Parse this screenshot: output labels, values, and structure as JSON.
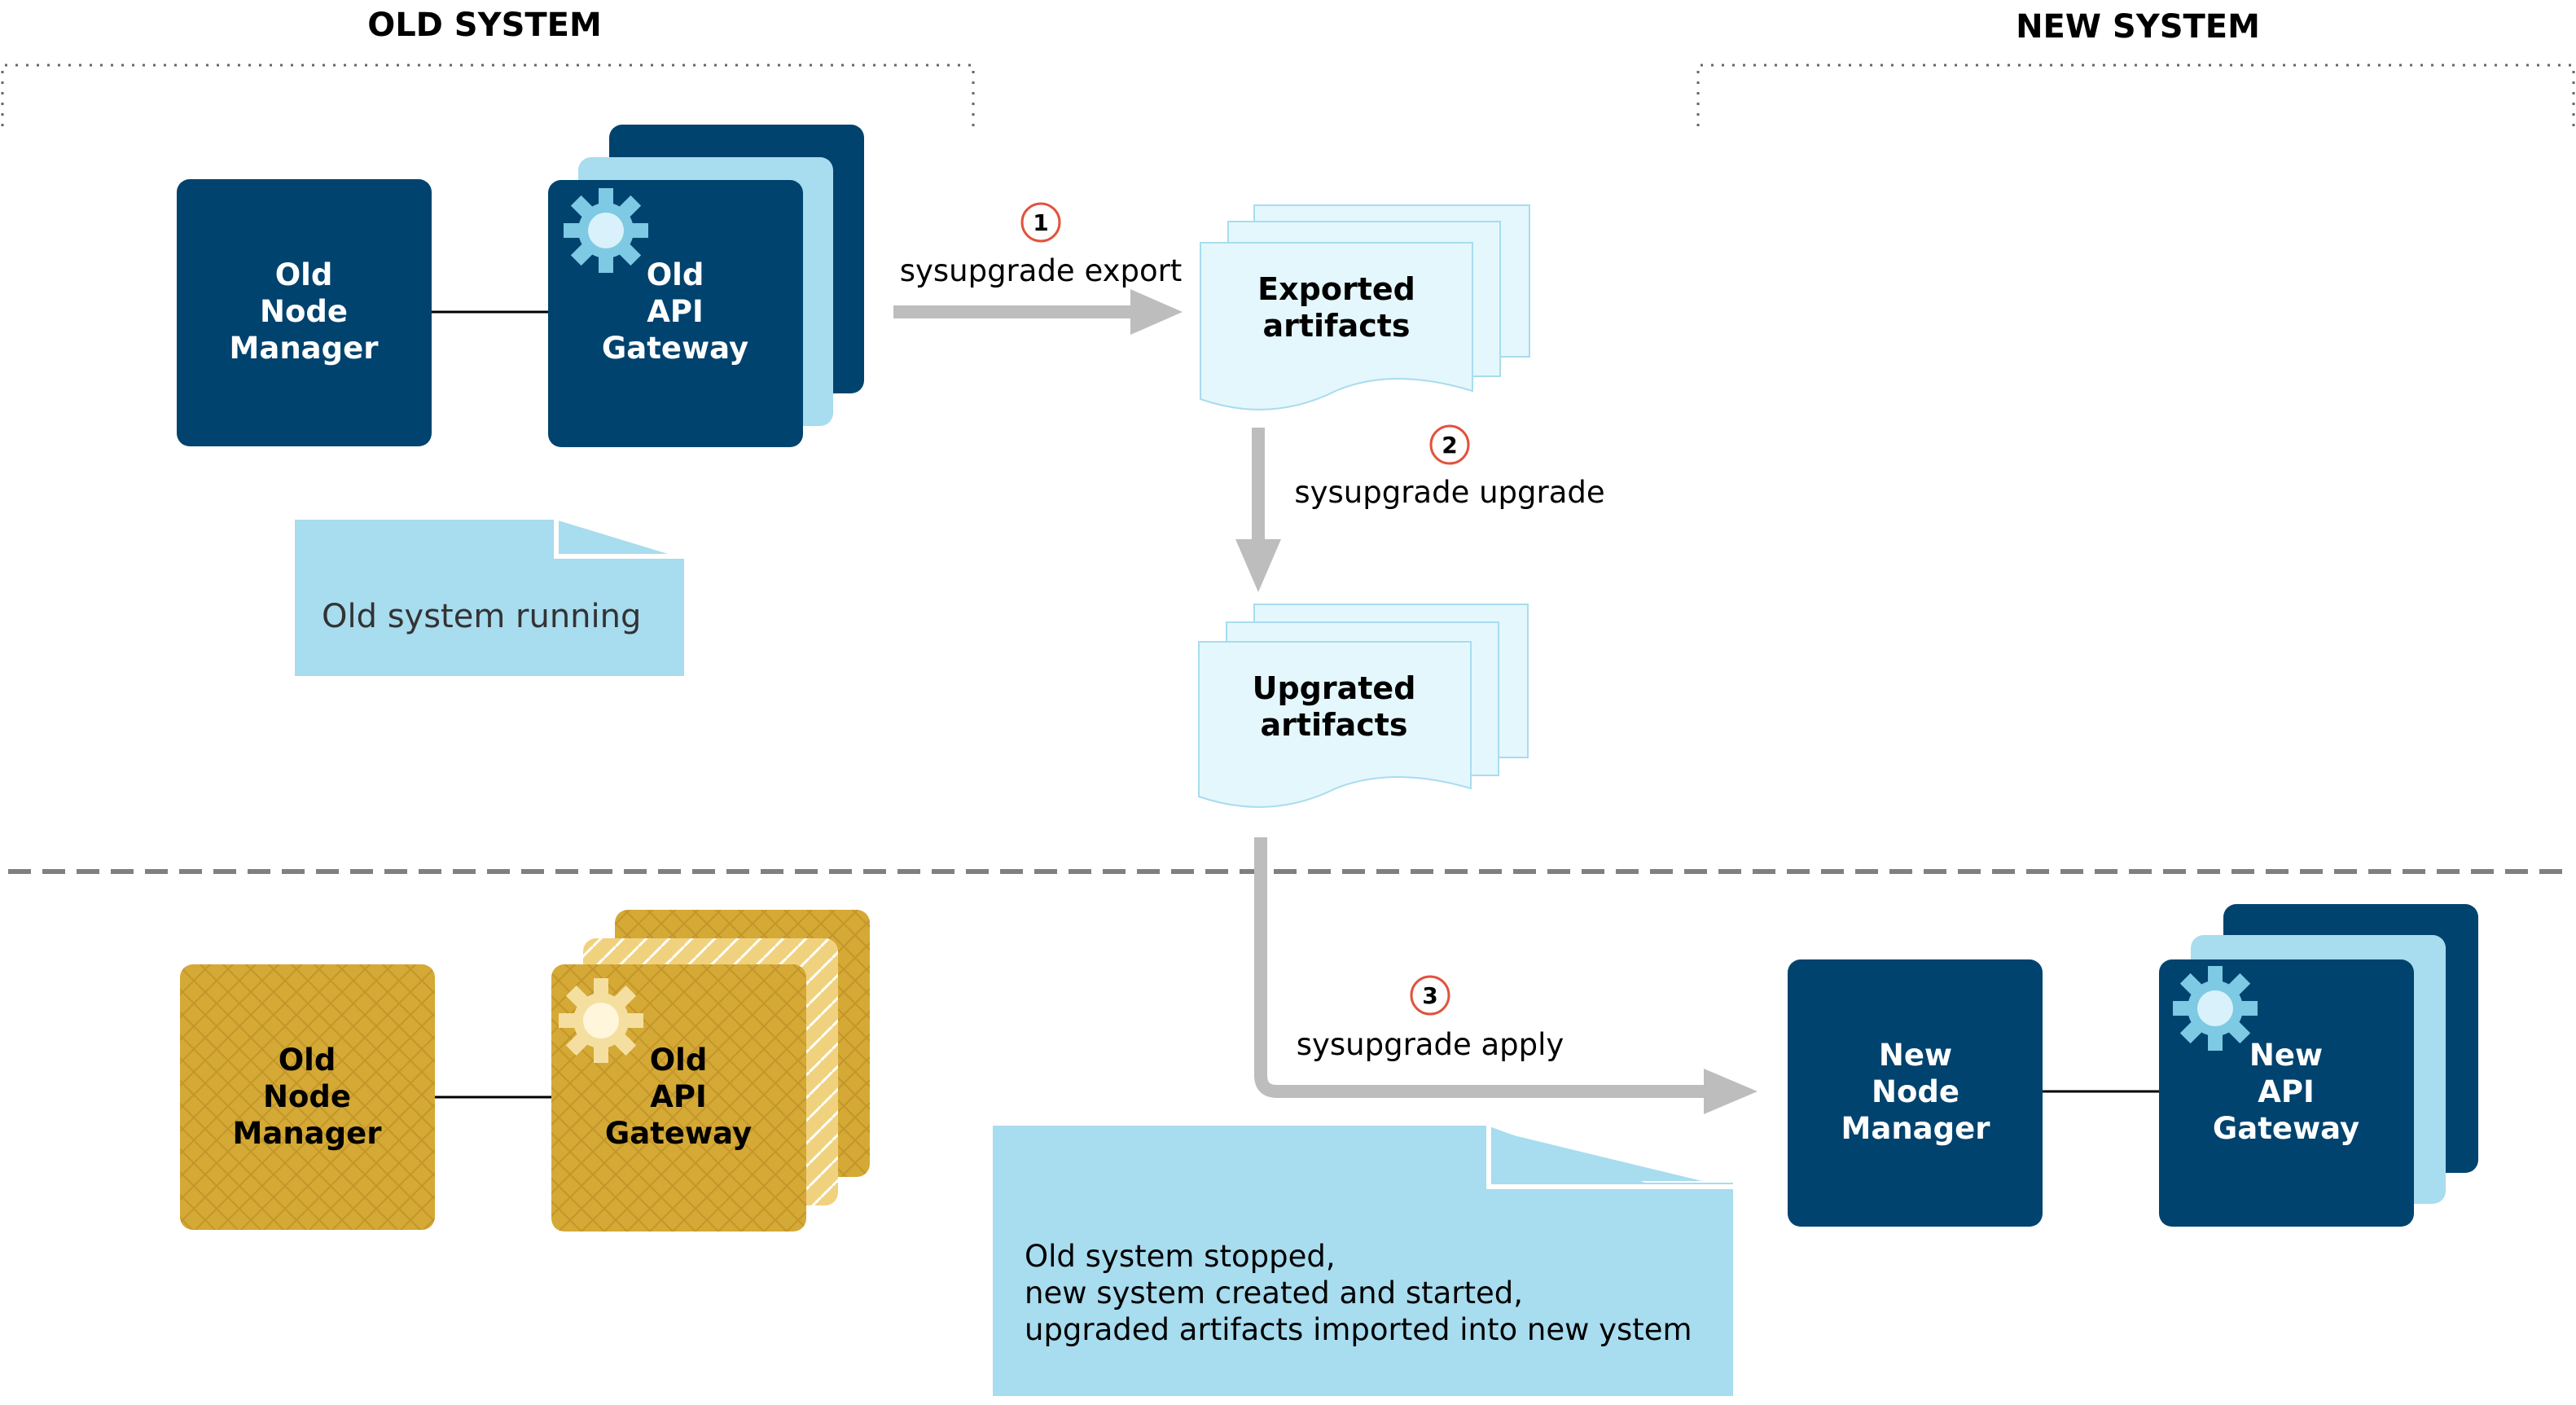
{
  "headers": {
    "old_system": "OLD SYSTEM",
    "new_system": "NEW SYSTEM"
  },
  "top_old": {
    "node_manager": [
      "Old",
      "Node",
      "Manager"
    ],
    "api_gateway": [
      "Old",
      "API",
      "Gateway"
    ]
  },
  "steps": [
    {
      "number": "1",
      "label": "sysupgrade export"
    },
    {
      "number": "2",
      "label": "sysupgrade upgrade"
    },
    {
      "number": "3",
      "label": "sysupgrade apply"
    }
  ],
  "documents": {
    "exported": [
      "Exported",
      "artifacts"
    ],
    "upgraded": [
      "Upgrated",
      "artifacts"
    ]
  },
  "notes": {
    "running": "Old system running",
    "stopped": [
      "Old system stopped,",
      "new system created and started,",
      "upgraded artifacts imported into new ystem"
    ]
  },
  "bottom_old": {
    "node_manager": [
      "Old",
      "Node",
      "Manager"
    ],
    "api_gateway": [
      "Old",
      "API",
      "Gateway"
    ]
  },
  "bottom_new": {
    "node_manager": [
      "New",
      "Node",
      "Manager"
    ],
    "api_gateway": [
      "New",
      "API",
      "Gateway"
    ]
  },
  "icons": {
    "gear": "gear-icon"
  },
  "colors": {
    "dark_blue": "#00436E",
    "light_blue": "#A8DCEF",
    "doc_fill": "#E4F7FC",
    "gold": "#D4A935",
    "gold_light": "#F0D27E",
    "arrow_gray": "#BDBDBD",
    "step_ring": "#E0533D",
    "divider": "#808080"
  }
}
